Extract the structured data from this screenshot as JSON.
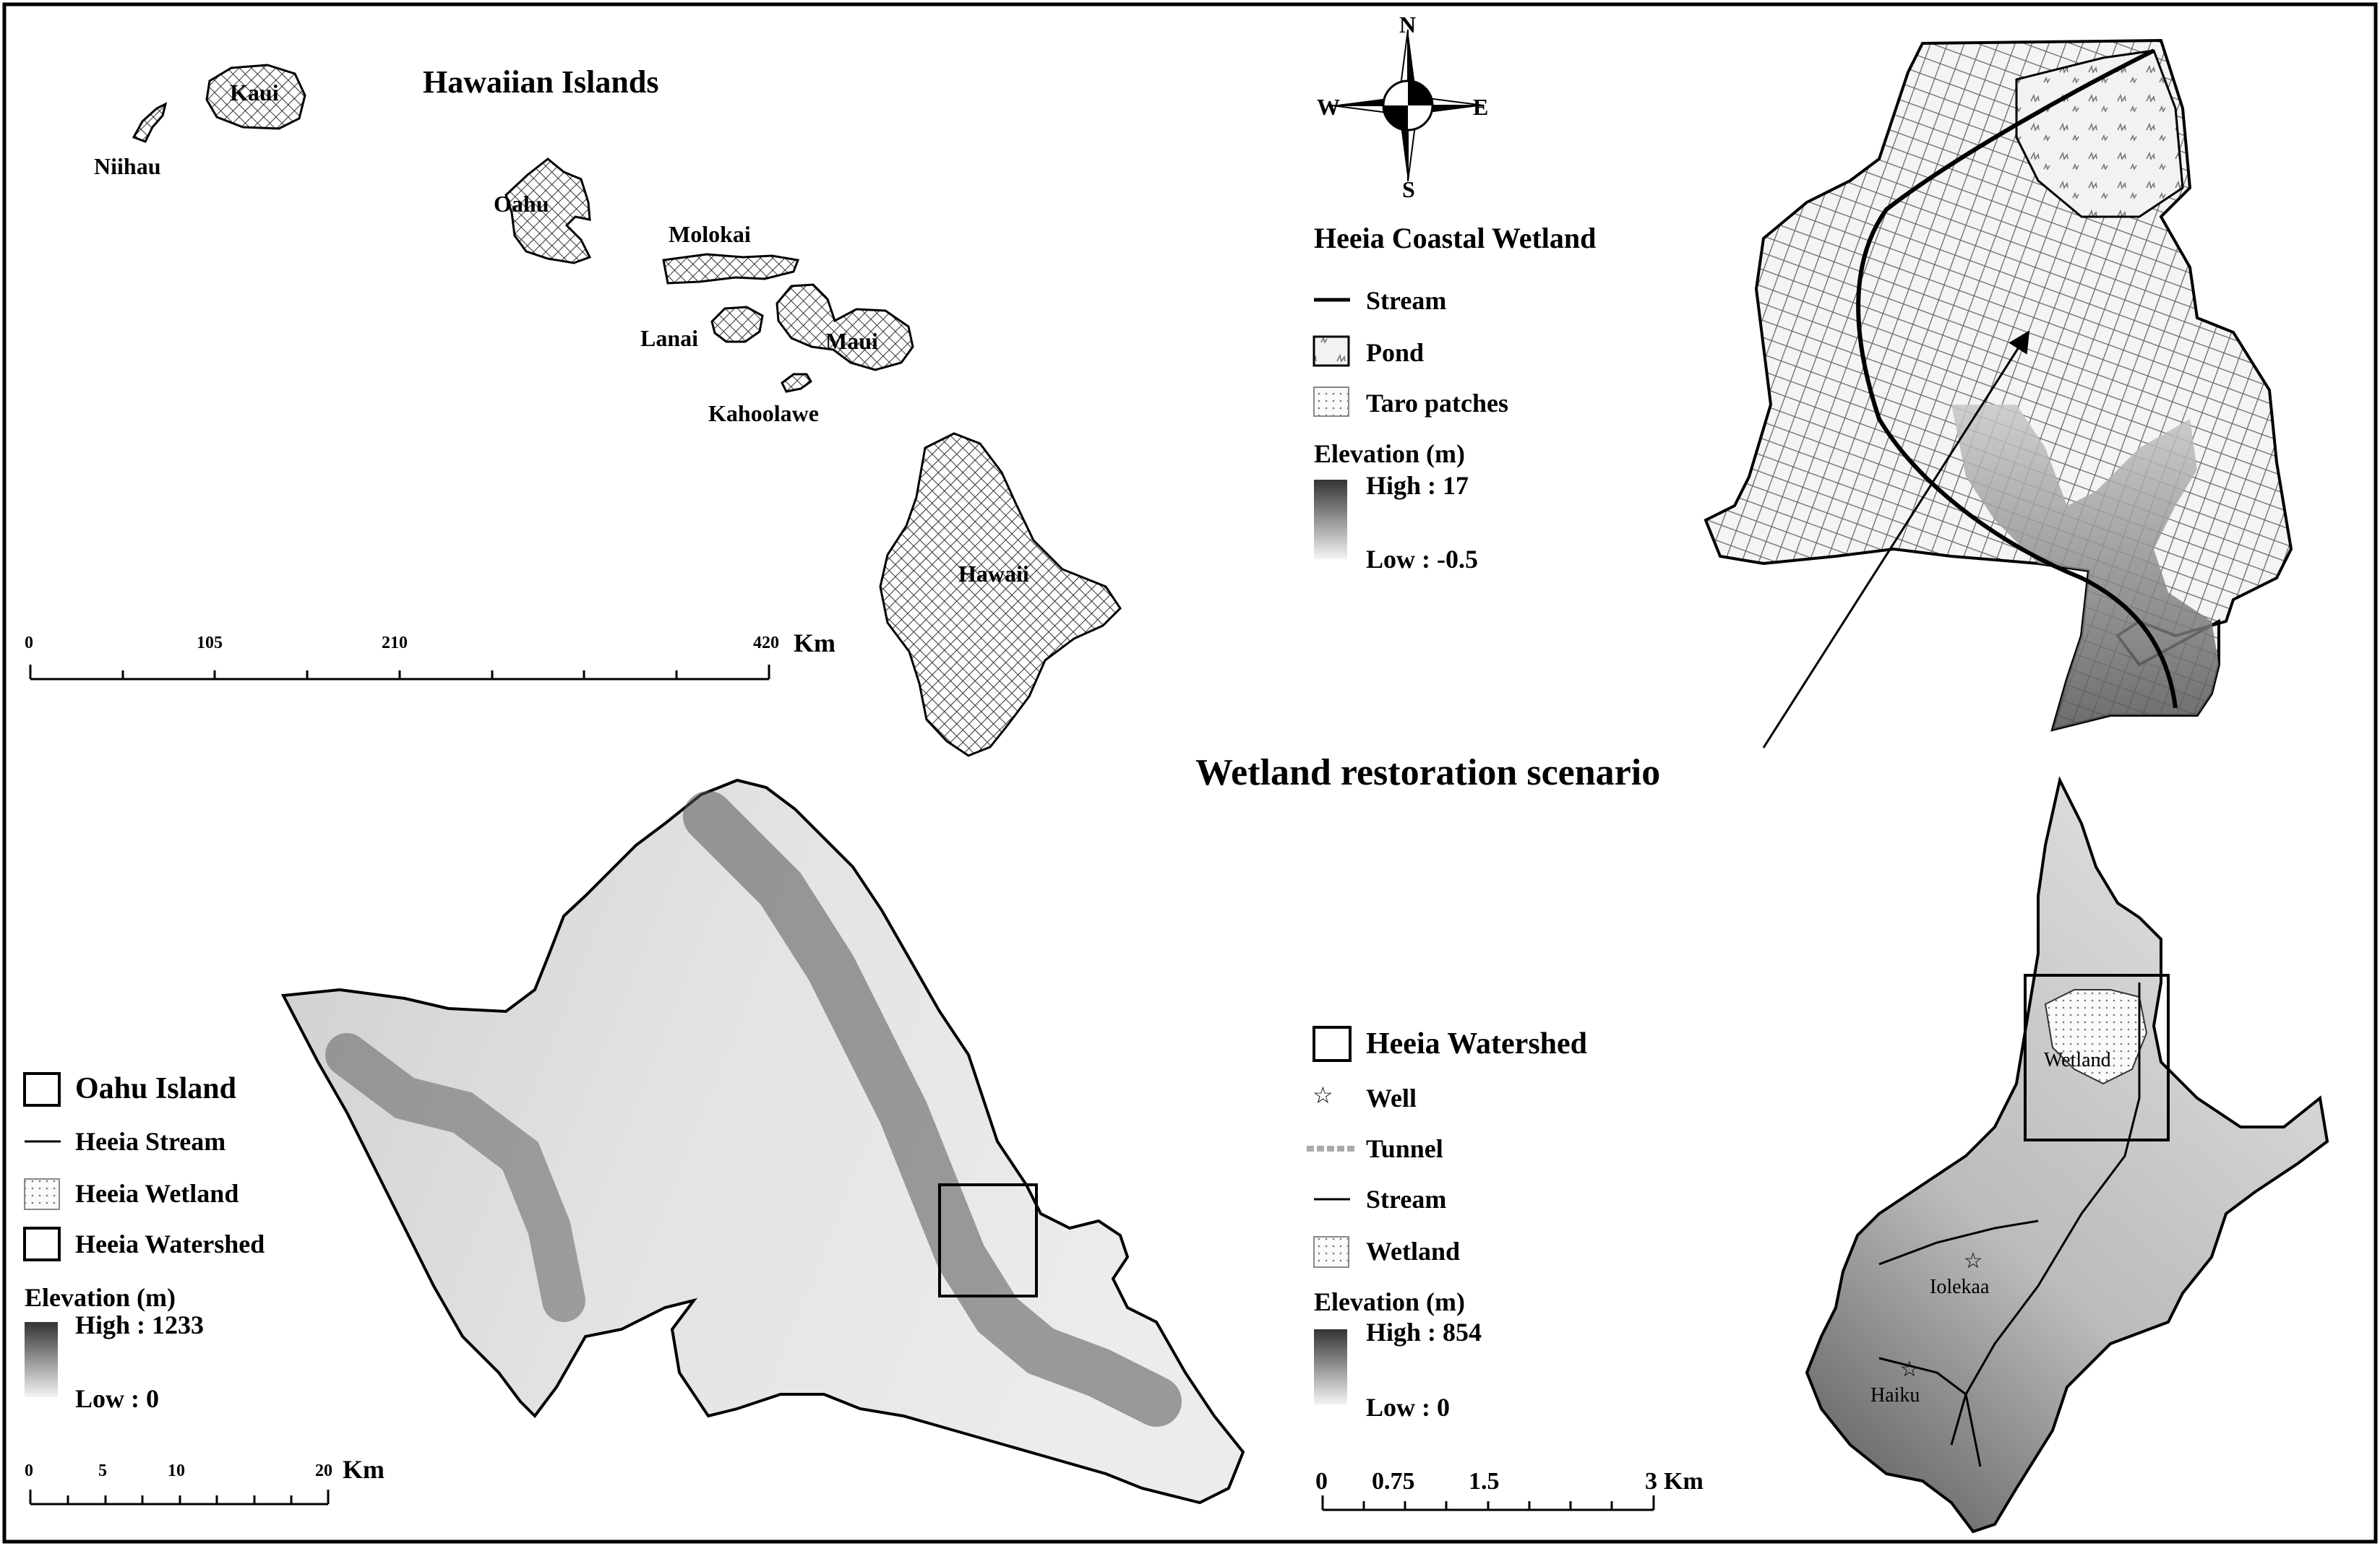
{
  "hawaii_map": {
    "title": "Hawaiian Islands",
    "islands": [
      "Niihau",
      "Kaui",
      "Oahu",
      "Molokai",
      "Lanai",
      "Maui",
      "Kahoolawe",
      "Hawaii"
    ],
    "scale": {
      "ticks": [
        "0",
        "105",
        "210",
        "420"
      ],
      "unit": "Km"
    }
  },
  "wetland_map": {
    "title": "Heeia Coastal Wetland",
    "legend": [
      "Stream",
      "Pond",
      "Taro patches"
    ],
    "elevation": {
      "title": "Elevation (m)",
      "high": "High : 17",
      "low": "Low : -0.5"
    },
    "annotation": "Wetland restoration scenario"
  },
  "compass": {
    "n": "N",
    "s": "S",
    "e": "E",
    "w": "W"
  },
  "oahu_map": {
    "legend": [
      "Oahu Island",
      "Heeia Stream",
      "Heeia Wetland",
      "Heeia Watershed"
    ],
    "elevation": {
      "title": "Elevation (m)",
      "high": "High : 1233",
      "low": "Low : 0"
    },
    "scale": {
      "ticks": [
        "0",
        "5",
        "10",
        "20"
      ],
      "unit": "Km"
    }
  },
  "watershed_map": {
    "legend": [
      "Heeia Watershed",
      "Well",
      "Tunnel",
      "Stream",
      "Wetland"
    ],
    "elevation": {
      "title": "Elevation (m)",
      "high": "High : 854",
      "low": "Low : 0"
    },
    "scale": {
      "ticks": [
        "0",
        "0.75",
        "1.5",
        "3"
      ],
      "unit": "Km"
    },
    "places": [
      "Wetland",
      "Iolekaa",
      "Haiku"
    ]
  },
  "colors": {
    "frame": "#000000",
    "land_light": "#e2e2e2",
    "land_dark": "#5a5a5a",
    "pond": "#d4d4d4"
  },
  "icons": [
    "compass-rose-icon",
    "well-star-icon",
    "north-arrow-icon"
  ]
}
